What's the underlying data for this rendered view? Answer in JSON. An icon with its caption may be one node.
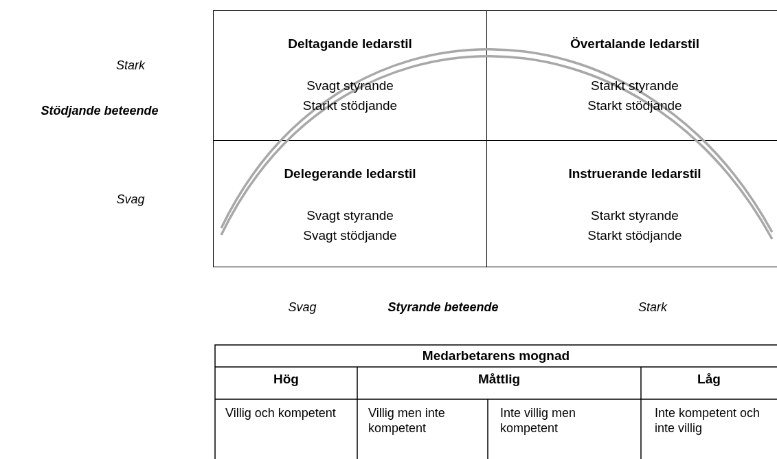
{
  "diagram": {
    "nodes": [
      {
        "text": [
          "Deltagande ledarstil",
          "Svagt styrande Starkt stödjande"
        ]
      },
      {
        "text": [
          "Övertalande ledarstil",
          "Starkt styrande Starkt stödjande"
        ]
      },
      {
        "text": [
          "Delegerande ledarstil",
          "Svagt styrande Svagt stödjande"
        ]
      },
      {
        "text": [
          "Instruerande ledarstil",
          "Starkt styrande Starkt stödjande"
        ]
      }
    ],
    "edges": [],
    "labels": [
      "Stark",
      "Stödjande beteende",
      "Svag",
      "Svag",
      "Styrande beteende",
      "Stark",
      "Medarbetarens mognad",
      "Hög",
      "Måttlig",
      "Låg",
      "Villig och kompetent",
      "Villig men inte kompetent",
      "Inte villig men kompetent",
      "Inte kompetent och inte villig"
    ]
  }
}
